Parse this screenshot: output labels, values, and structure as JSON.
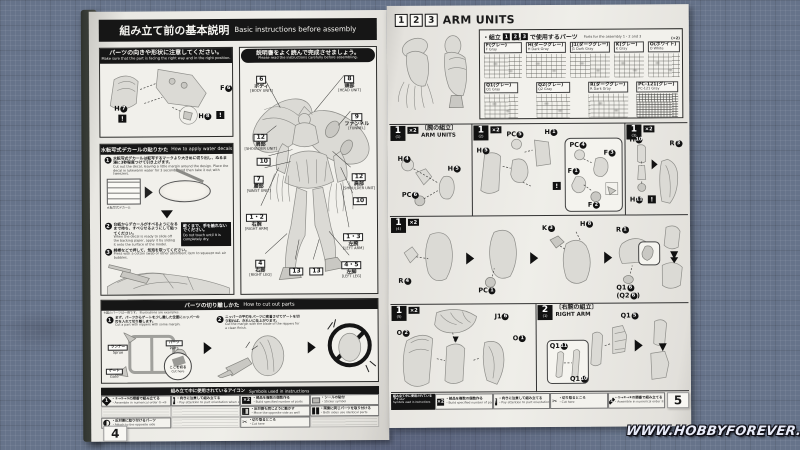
{
  "watermark": "WWW.HOBBYFOREVER.FR",
  "left_page": {
    "page_number": "4",
    "main_header": {
      "jp": "組み立て前の基本説明",
      "en": "Basic instructions before assembly"
    },
    "orientation_box": {
      "title_jp": "パーツの向きや形状に注意してください。",
      "title_en": "Make sure that the part is facing the right way and in the right position.",
      "labels": [
        {
          "p": "H",
          "n": "7"
        },
        {
          "p": "F",
          "n": "6"
        },
        {
          "p": "H",
          "n": "8"
        }
      ]
    },
    "overview_box": {
      "title_jp": "説明書をよく読んで完成させましょう。",
      "title_en": "Please read the instructions carefully before assembling.",
      "callouts": [
        {
          "num": "6",
          "jp": "ボディ",
          "en": "[BODY UNIT]"
        },
        {
          "num": "8",
          "jp": "頭部",
          "en": "[HEAD UNIT]"
        },
        {
          "num": "12",
          "jp": "肩部",
          "en": "[SHOULDER UNIT]"
        },
        {
          "num": "9",
          "jp": "ファンネル",
          "en": "[FUNNEL]"
        },
        {
          "num": "10",
          "jp": "",
          "en": ""
        },
        {
          "num": "7",
          "jp": "腰部",
          "en": "[WAIST UNIT]"
        },
        {
          "num": "12",
          "jp": "肩部",
          "en": "[SHOULDER UNIT]"
        },
        {
          "num": "10",
          "jp": "",
          "en": ""
        },
        {
          "num": "1・2",
          "jp": "右腕",
          "en": "[RIGHT ARM]"
        },
        {
          "num": "1・3",
          "jp": "左腕",
          "en": "[LEFT ARM]"
        },
        {
          "num": "4",
          "jp": "右脚",
          "en": "[RIGHT LEG]"
        },
        {
          "num": "4・5",
          "jp": "左脚",
          "en": "[LEFT LEG]"
        },
        {
          "num": "13",
          "jp": "",
          "en": ""
        },
        {
          "num": "13",
          "jp": "",
          "en": ""
        }
      ]
    },
    "decal_box": {
      "title_jp": "水転写式デカールの貼りかた",
      "title_en": "How to apply water decals",
      "step1_jp": "水転写式デカールは転写するマークより大きめに切り出し、ぬるま湯に3秒程度つけて引き上げます。",
      "step1_en": "Cut out the decal, leaving a little margin around the design. Place the decal in lukewarm water for 3 seconds, and then take it out with tweezers.",
      "sheet_label": "水転写式デカール",
      "step2_jp": "台紙からデカールがすべるようになるまで待ち、すべらせるようにして貼ってください。",
      "step2_en": "When the decal is ready to slide off the backing paper, apply it by sliding it onto the surface of the model.",
      "warning_jp": "乾くまで、手を触れないでください。",
      "warning_en": "Do not touch until it is completely dry.",
      "step3_jp": "綿棒などで押して、気泡を取ってください。",
      "step3_en": "Press with a cotton swab or other absorbent item to squeeze out air bubbles."
    },
    "cut_box": {
      "title_jp": "パーツの切り離しかた",
      "title_en": "How to cut out parts",
      "note": "※図のパーツは一例です。 Illustrations are examples.",
      "step1_jp": "まず、パーツからゲートを少し離した位置にニッパーの刃を入れて切り離します。",
      "step1_en": "Cut a part with nippers with some margin.",
      "step2_jp": "ニッパーの平刃をパーツに密着させてゲートを切り取れば、きれいに仕上がります。",
      "step2_en": "Cut the margin with the blade of the nippers for a clean finish.",
      "labels": {
        "runner_jp": "ランナー",
        "runner_en": "Sprue",
        "parts_jp": "パーツ",
        "parts_en": "Parts",
        "gate_jp": "ゲート",
        "gate_en": "Gate",
        "cut_jp": "ここを切る",
        "cut_en": "Cut here"
      }
    },
    "symbols_table": {
      "title_jp": "組み立て中に使用されているアイコン",
      "title_en": "Symbols used in instructions",
      "cells": [
        {
          "jp": "・①→②→③の順番で組み立てる",
          "en": "・Assemble in numerical order ①→②"
        },
        {
          "jp": "・向きに注意して組み立てる",
          "en": "・Pay attention to part orientation when assembling"
        },
        {
          "jp": "・部品を複数の個数作る",
          "en": "・Build specified number of parts"
        },
        {
          "jp": "・シールの貼付",
          "en": "・Sticker symbol"
        },
        {
          "jp": "・反対側も同じように動かす",
          "en": "・Move the opposite side as well"
        },
        {
          "jp": "・両側に同じパーツを取り付ける",
          "en": "・Both sides use identical parts"
        },
        {
          "jp": "・反対側に取り付けるパーツ",
          "en": "・Attach to the opposite side"
        },
        {
          "jp": "・切り取るところ",
          "en": "・Cut here"
        }
      ],
      "x2_glyph": "×2"
    }
  },
  "right_page": {
    "page_number": "5",
    "title": {
      "n1": "1",
      "n2": "2",
      "n3": "3",
      "label": "ARM UNITS"
    },
    "parts_box": {
      "jp_pre": "・組立",
      "jp_post": "で使用するパーツ",
      "en": "Parts for the assembly 1・2 and 3",
      "runners": [
        {
          "code": "F(グレー)",
          "sub": "F Gray",
          "qty": "(×2)"
        },
        {
          "code": "H(ダークグレー)",
          "sub": "H Dark Gray",
          "qty": ""
        },
        {
          "code": "J1(ダークグレー)",
          "sub": "J1 Dark Gray",
          "qty": ""
        },
        {
          "code": "K(グレー)",
          "sub": "K Gray",
          "qty": ""
        },
        {
          "code": "O(ホワイト)",
          "sub": "O White",
          "qty": "(×2)"
        },
        {
          "code": "Q1(グレー)",
          "sub": "Q1 Gray",
          "qty": ""
        },
        {
          "code": "Q2(グレー)",
          "sub": "Q2 Gray",
          "qty": ""
        },
        {
          "code": "R(ダークグレー)",
          "sub": "R Dark Gray",
          "qty": ""
        },
        {
          "code": "PC-121(グレー)",
          "sub": "PC-121 Gray",
          "qty": ""
        }
      ]
    },
    "steps": {
      "s1": {
        "num": "1",
        "sub": "(1)",
        "qty": "×2",
        "title_jp": "〔腕の組立〕",
        "title_en": "ARM UNITS",
        "labels": [
          {
            "p": "H",
            "n": "4"
          },
          {
            "p": "H",
            "n": "5"
          },
          {
            "p": "PC",
            "n": "6"
          }
        ]
      },
      "s2": {
        "num": "1",
        "sub": "(2)",
        "qty": "×2",
        "labels": [
          {
            "p": "PC",
            "n": "5"
          },
          {
            "p": "H",
            "n": "1"
          },
          {
            "p": "H",
            "n": "5"
          },
          {
            "p": "PC",
            "n": "4"
          },
          {
            "p": "F",
            "n": "3"
          },
          {
            "p": "F",
            "n": "1"
          },
          {
            "p": "F",
            "n": "2"
          }
        ]
      },
      "s3": {
        "num": "1",
        "sub": "(3)",
        "qty": "×2",
        "labels": [
          {
            "p": "H",
            "n": "10"
          },
          {
            "p": "R",
            "n": "3"
          },
          {
            "p": "H",
            "n": "11"
          }
        ]
      },
      "s4": {
        "num": "1",
        "sub": "(4)",
        "qty": "×2",
        "labels": [
          {
            "p": "R",
            "n": "4"
          },
          {
            "p": "PC",
            "n": "1"
          },
          {
            "p": "K",
            "n": "3"
          },
          {
            "p": "H",
            "n": "8"
          },
          {
            "p": "R",
            "n": "1"
          },
          {
            "p": "Q1",
            "n": "6"
          },
          {
            "p": "(Q2",
            "n": "6",
            "s": ")"
          }
        ]
      },
      "s5": {
        "num": "1",
        "sub": "(5)",
        "qty": "×2",
        "labels": [
          {
            "p": "J1",
            "n": "6"
          },
          {
            "p": "O",
            "n": "2"
          },
          {
            "p": "O",
            "n": "1"
          }
        ]
      },
      "s6": {
        "num": "2",
        "sub": "(1)",
        "title_jp": "〔右腕の組立〕",
        "title_en": "RIGHT ARM",
        "labels": [
          {
            "p": "Q1",
            "n": "5"
          },
          {
            "p": "Q1",
            "n": "11"
          },
          {
            "p": "Q1",
            "n": "10"
          }
        ]
      }
    },
    "footer_icons": {
      "header_jp": "組み立て中に使用されているアイコン",
      "header_en": "Symbols used in instructions",
      "cells": [
        {
          "jp": "・部品を複数の個数作る",
          "en": "・Build specified number of parts"
        },
        {
          "jp": "・向きに注意して組み立てる",
          "en": "・Pay attention to part orientation when assembling"
        },
        {
          "jp": "・切り取るところ",
          "en": "・Cut here"
        },
        {
          "jp": "・①→②→③の順番で組み立てる",
          "en": "・Assemble in numerical order ①→②"
        }
      ],
      "x2_glyph": "×2"
    }
  }
}
